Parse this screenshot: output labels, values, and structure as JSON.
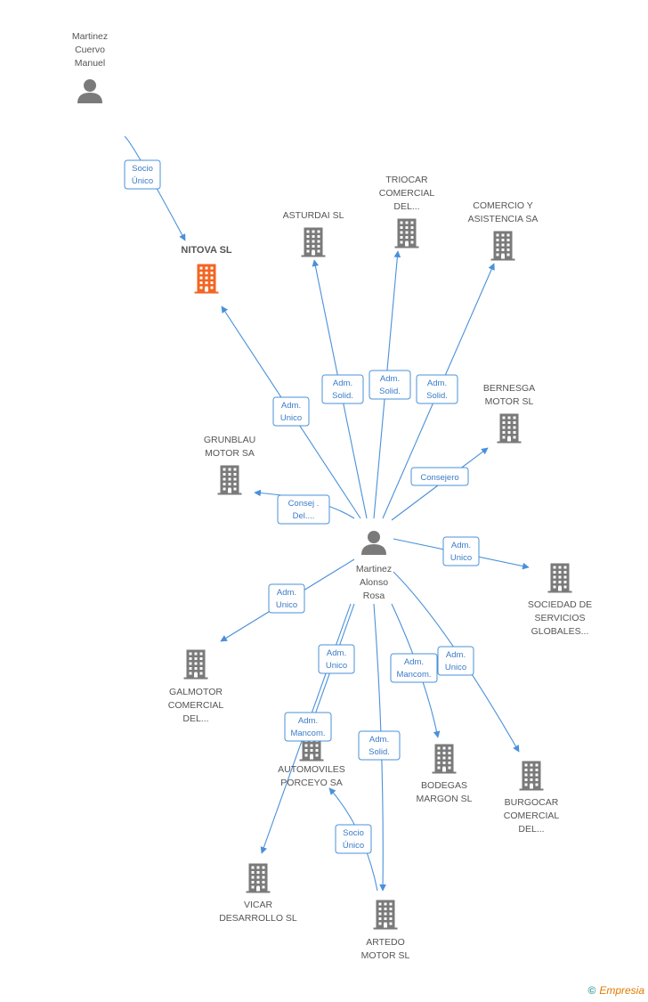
{
  "colors": {
    "edge": "#4a90d9",
    "building": "#7a7a7a",
    "building_highlight": "#f26522",
    "person": "#7a7a7a"
  },
  "nodes": [
    {
      "id": "martinez-cuervo",
      "type": "person",
      "lines": [
        "Martinez",
        "Cuervo",
        "Manuel"
      ]
    },
    {
      "id": "nitova",
      "type": "company-main",
      "lines": [
        "NITOVA SL"
      ]
    },
    {
      "id": "asturdai",
      "type": "company",
      "lines": [
        "ASTURDAI SL"
      ]
    },
    {
      "id": "triocar",
      "type": "company",
      "lines": [
        "TRIOCAR",
        "COMERCIAL",
        "DEL..."
      ]
    },
    {
      "id": "comercio",
      "type": "company",
      "lines": [
        "COMERCIO Y",
        "ASISTENCIA SA"
      ]
    },
    {
      "id": "bernesga",
      "type": "company",
      "lines": [
        "BERNESGA",
        "MOTOR  SL"
      ]
    },
    {
      "id": "grunblau",
      "type": "company",
      "lines": [
        "GRUNBLAU",
        "MOTOR SA"
      ]
    },
    {
      "id": "martinez-alonso",
      "type": "person",
      "lines": [
        "Martinez",
        "Alonso",
        "Rosa"
      ]
    },
    {
      "id": "sociedad",
      "type": "company",
      "lines": [
        "SOCIEDAD DE",
        "SERVICIOS",
        "GLOBALES..."
      ]
    },
    {
      "id": "galmotor",
      "type": "company",
      "lines": [
        "GALMOTOR",
        "COMERCIAL",
        "DEL..."
      ]
    },
    {
      "id": "automoviles",
      "type": "company",
      "lines": [
        "AUTOMOVILES",
        "PORCEYO SA"
      ]
    },
    {
      "id": "bodegas",
      "type": "company",
      "lines": [
        "BODEGAS",
        "MARGON SL"
      ]
    },
    {
      "id": "burgocar",
      "type": "company",
      "lines": [
        "BURGOCAR",
        "COMERCIAL",
        "DEL..."
      ]
    },
    {
      "id": "vicar",
      "type": "company",
      "lines": [
        "VICAR",
        "DESARROLLO SL"
      ]
    },
    {
      "id": "artedo",
      "type": "company",
      "lines": [
        "ARTEDO",
        "MOTOR  SL"
      ]
    }
  ],
  "edges": [
    {
      "from": "martinez-cuervo",
      "to": "nitova",
      "lines": [
        "Socio",
        "Único"
      ]
    },
    {
      "from": "martinez-alonso",
      "to": "nitova",
      "lines": [
        "Adm.",
        "Unico"
      ]
    },
    {
      "from": "martinez-alonso",
      "to": "asturdai",
      "lines": [
        "Adm.",
        "Solid."
      ]
    },
    {
      "from": "martinez-alonso",
      "to": "triocar",
      "lines": [
        "Adm.",
        "Solid."
      ]
    },
    {
      "from": "martinez-alonso",
      "to": "comercio",
      "lines": [
        "Adm.",
        "Solid."
      ]
    },
    {
      "from": "martinez-alonso",
      "to": "bernesga",
      "lines": [
        "Consejero"
      ]
    },
    {
      "from": "martinez-alonso",
      "to": "grunblau",
      "lines": [
        "Consej .",
        "Del...."
      ]
    },
    {
      "from": "martinez-alonso",
      "to": "sociedad",
      "lines": [
        "Adm.",
        "Unico"
      ]
    },
    {
      "from": "martinez-alonso",
      "to": "galmotor",
      "lines": [
        "Adm.",
        "Unico"
      ]
    },
    {
      "from": "martinez-alonso",
      "to": "automoviles",
      "lines": [
        "Adm.",
        "Unico"
      ]
    },
    {
      "from": "martinez-alonso",
      "to": "vicar",
      "lines": [
        "Adm.",
        "Mancom."
      ]
    },
    {
      "from": "martinez-alonso",
      "to": "artedo",
      "lines": [
        "Adm.",
        "Solid."
      ]
    },
    {
      "from": "martinez-alonso",
      "to": "bodegas",
      "lines": [
        "Adm.",
        "Mancom."
      ]
    },
    {
      "from": "martinez-alonso",
      "to": "burgocar",
      "lines": [
        "Adm.",
        "Unico"
      ]
    },
    {
      "from": "artedo",
      "to": "automoviles",
      "lines": [
        "Socio",
        "Único"
      ]
    }
  ],
  "footer": {
    "copyright": "©",
    "brand": "Empresia"
  }
}
